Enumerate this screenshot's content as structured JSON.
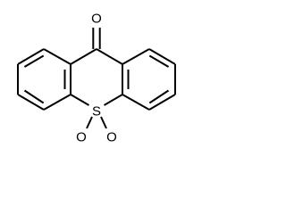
{
  "molecule": {
    "atoms": {
      "carbonyl_oxygen": "O",
      "sulfur": "S",
      "sulfonyl_oxygen_left": "O",
      "sulfonyl_oxygen_right": "O"
    }
  },
  "colors": {
    "bond": "#000000",
    "label": "#000000",
    "background": "#ffffff"
  }
}
